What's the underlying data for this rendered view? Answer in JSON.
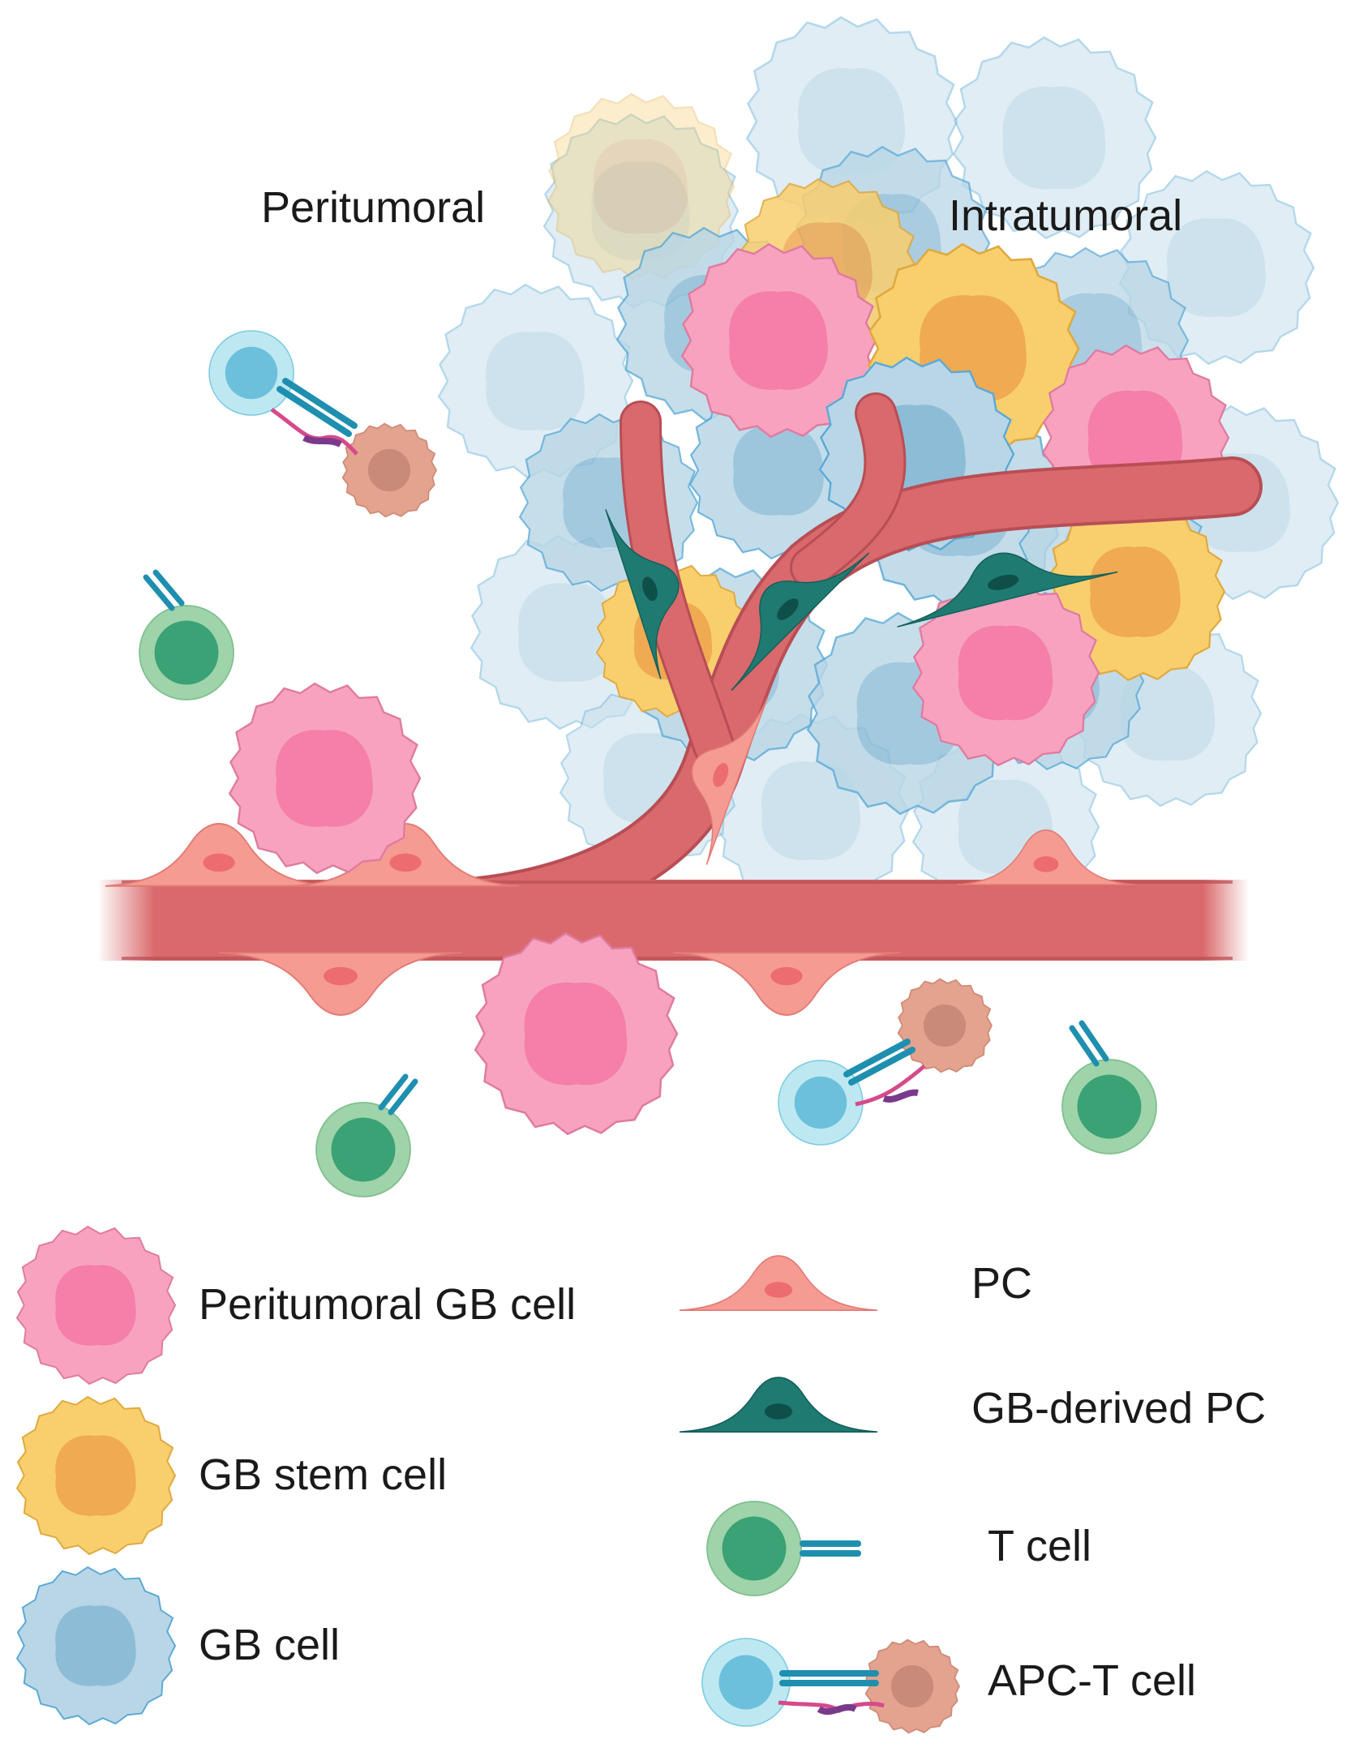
{
  "regions": {
    "peritumoral": "Peritumoral",
    "intratumoral": "Intratumoral"
  },
  "legend": {
    "peritumoral_gb_cell": "Peritumoral GB cell",
    "gb_stem_cell": "GB stem cell",
    "gb_cell": "GB cell",
    "pc": "PC",
    "gb_derived_pc": "GB-derived PC",
    "t_cell": "T cell",
    "apc_t_cell": "APC-T cell"
  },
  "colors": {
    "gb_cell_fill": "#b9d6e6",
    "gb_cell_stroke": "#5aa9d6",
    "gb_cell_nucleus": "#8dbcd6",
    "peritumoral_fill": "#f7a3bf",
    "peritumoral_stroke": "#e07aa0",
    "peritumoral_nucleus": "#f57fa8",
    "stem_fill": "#f9cf6e",
    "stem_stroke": "#e0a93e",
    "stem_nucleus": "#efaa52",
    "vessel_fill": "#d9696c",
    "vessel_stroke": "#b84e55",
    "pc_fill": "#f59b92",
    "pc_nucleus": "#ec6c70",
    "gb_pc_fill": "#1f7a72",
    "gb_pc_nucleus": "#0f4f4a",
    "t_cell_outer": "#9fd3a9",
    "t_cell_inner": "#3aa274",
    "apc_outer": "#bde8f2",
    "apc_inner": "#6cc0dc",
    "apc_tan": "#e3a38f",
    "receptor": "#1f8fb0"
  }
}
